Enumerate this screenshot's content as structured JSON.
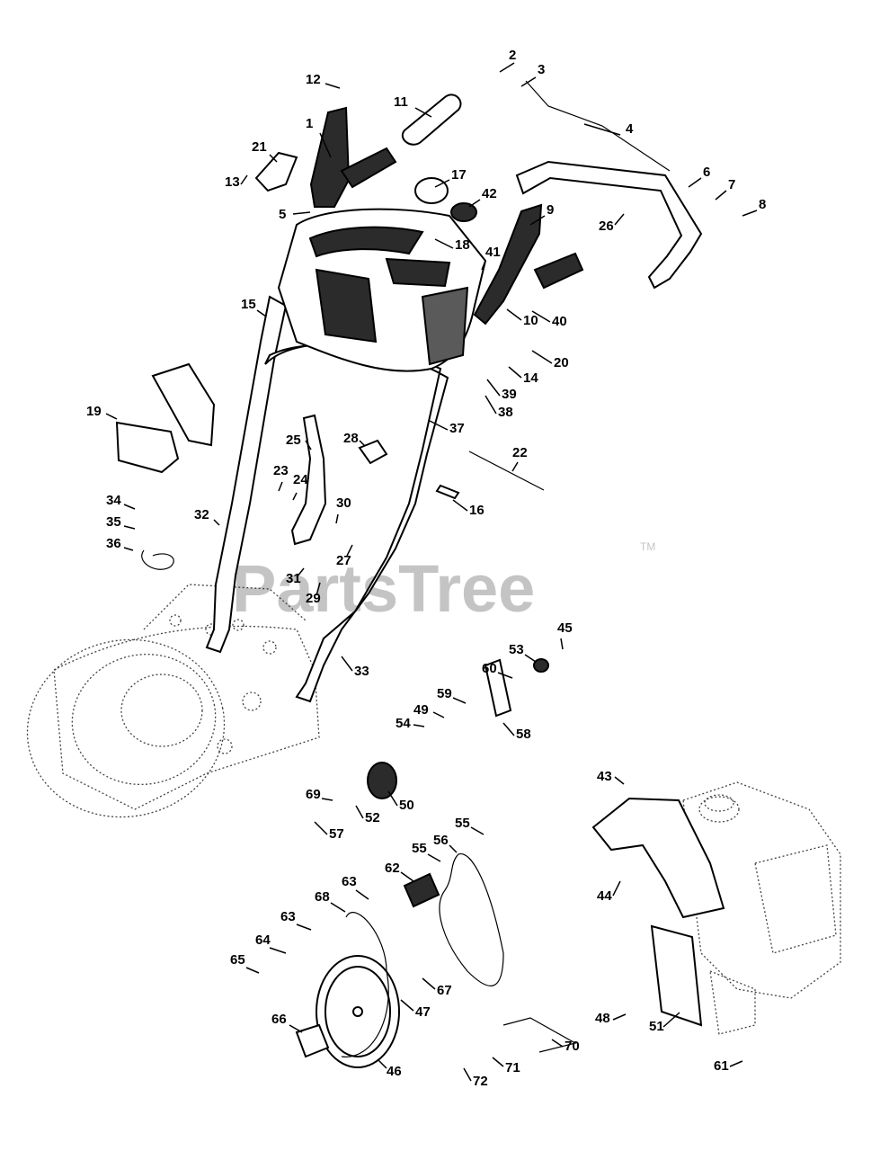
{
  "watermark": {
    "text": "PartsTree",
    "trademark": "TM"
  },
  "callouts": [
    {
      "id": "c1",
      "label": "1"
    },
    {
      "id": "c2",
      "label": "2"
    },
    {
      "id": "c3",
      "label": "3"
    },
    {
      "id": "c4",
      "label": "4"
    },
    {
      "id": "c5",
      "label": "5"
    },
    {
      "id": "c6",
      "label": "6"
    },
    {
      "id": "c7",
      "label": "7"
    },
    {
      "id": "c8",
      "label": "8"
    },
    {
      "id": "c9",
      "label": "9"
    },
    {
      "id": "c10",
      "label": "10"
    },
    {
      "id": "c11",
      "label": "11"
    },
    {
      "id": "c12",
      "label": "12"
    },
    {
      "id": "c13",
      "label": "13"
    },
    {
      "id": "c14",
      "label": "14"
    },
    {
      "id": "c15",
      "label": "15"
    },
    {
      "id": "c16",
      "label": "16"
    },
    {
      "id": "c17",
      "label": "17"
    },
    {
      "id": "c18",
      "label": "18"
    },
    {
      "id": "c19",
      "label": "19"
    },
    {
      "id": "c20",
      "label": "20"
    },
    {
      "id": "c21",
      "label": "21"
    },
    {
      "id": "c22",
      "label": "22"
    },
    {
      "id": "c23",
      "label": "23"
    },
    {
      "id": "c24",
      "label": "24"
    },
    {
      "id": "c25",
      "label": "25"
    },
    {
      "id": "c26",
      "label": "26"
    },
    {
      "id": "c27",
      "label": "27"
    },
    {
      "id": "c28",
      "label": "28"
    },
    {
      "id": "c29",
      "label": "29"
    },
    {
      "id": "c30",
      "label": "30"
    },
    {
      "id": "c31",
      "label": "31"
    },
    {
      "id": "c32",
      "label": "32"
    },
    {
      "id": "c33",
      "label": "33"
    },
    {
      "id": "c34",
      "label": "34"
    },
    {
      "id": "c35",
      "label": "35"
    },
    {
      "id": "c36",
      "label": "36"
    },
    {
      "id": "c37",
      "label": "37"
    },
    {
      "id": "c38",
      "label": "38"
    },
    {
      "id": "c39",
      "label": "39"
    },
    {
      "id": "c40",
      "label": "40"
    },
    {
      "id": "c41",
      "label": "41"
    },
    {
      "id": "c42",
      "label": "42"
    },
    {
      "id": "c43",
      "label": "43"
    },
    {
      "id": "c44",
      "label": "44"
    },
    {
      "id": "c45",
      "label": "45"
    },
    {
      "id": "c46",
      "label": "46"
    },
    {
      "id": "c47",
      "label": "47"
    },
    {
      "id": "c48",
      "label": "48"
    },
    {
      "id": "c49",
      "label": "49"
    },
    {
      "id": "c50",
      "label": "50"
    },
    {
      "id": "c51",
      "label": "51"
    },
    {
      "id": "c52",
      "label": "52"
    },
    {
      "id": "c53",
      "label": "53"
    },
    {
      "id": "c54",
      "label": "54"
    },
    {
      "id": "c55a",
      "label": "55"
    },
    {
      "id": "c55b",
      "label": "55"
    },
    {
      "id": "c56",
      "label": "56"
    },
    {
      "id": "c57",
      "label": "57"
    },
    {
      "id": "c58",
      "label": "58"
    },
    {
      "id": "c59",
      "label": "59"
    },
    {
      "id": "c60",
      "label": "60"
    },
    {
      "id": "c61",
      "label": "61"
    },
    {
      "id": "c62",
      "label": "62"
    },
    {
      "id": "c63a",
      "label": "63"
    },
    {
      "id": "c63b",
      "label": "63"
    },
    {
      "id": "c64",
      "label": "64"
    },
    {
      "id": "c65",
      "label": "65"
    },
    {
      "id": "c66",
      "label": "66"
    },
    {
      "id": "c67",
      "label": "67"
    },
    {
      "id": "c68",
      "label": "68"
    },
    {
      "id": "c69",
      "label": "69"
    },
    {
      "id": "c70",
      "label": "70"
    },
    {
      "id": "c71",
      "label": "71"
    },
    {
      "id": "c72",
      "label": "72"
    }
  ]
}
